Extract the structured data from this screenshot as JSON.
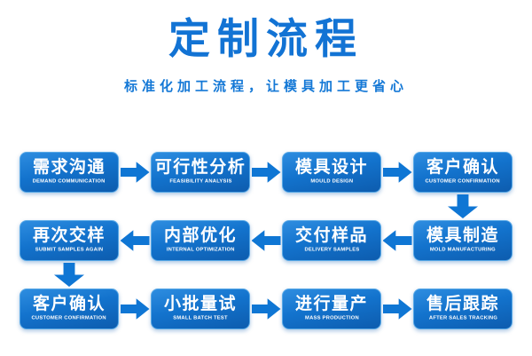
{
  "header": {
    "title": "定制流程",
    "subtitle": "标准化加工流程，让模具加工更省心"
  },
  "colors": {
    "accent_blue": "#1273d4",
    "box_gradient_top": "#2e8de0",
    "box_gradient_bottom": "#0d5cae",
    "box_border": "#57a8e6",
    "arrow": "#0f76d4",
    "box_text": "#ffffff"
  },
  "flow": {
    "rows": [
      {
        "direction": "right",
        "steps": [
          {
            "zh": "需求沟通",
            "en": "DEMAND COMMUNICATION"
          },
          {
            "zh": "可行性分析",
            "en": "FEASIBILITY ANALYSIS"
          },
          {
            "zh": "模具设计",
            "en": "MOULD DESIGN"
          },
          {
            "zh": "客户确认",
            "en": "CUSTOMER CONFIRMATION"
          }
        ]
      },
      {
        "direction": "left",
        "steps": [
          {
            "zh": "再次交样",
            "en": "SUBMIT SAMPLES AGAIN"
          },
          {
            "zh": "内部优化",
            "en": "INTERNAL OPTIMIZATION"
          },
          {
            "zh": "交付样品",
            "en": "DELIVERY SAMPLES"
          },
          {
            "zh": "模具制造",
            "en": "MOLD MANUFACTURING"
          }
        ]
      },
      {
        "direction": "right",
        "steps": [
          {
            "zh": "客户确认",
            "en": "CUSTOMER CONFIRMATION"
          },
          {
            "zh": "小批量试",
            "en": "SMALL BATCH TEST"
          },
          {
            "zh": "进行量产",
            "en": "MASS PRODUCTION"
          },
          {
            "zh": "售后跟踪",
            "en": "AFTER SALES TRACKING"
          }
        ]
      }
    ],
    "sequence_note": "row1 left-to-right, down, row2 right-to-left, down, row3 left-to-right"
  }
}
